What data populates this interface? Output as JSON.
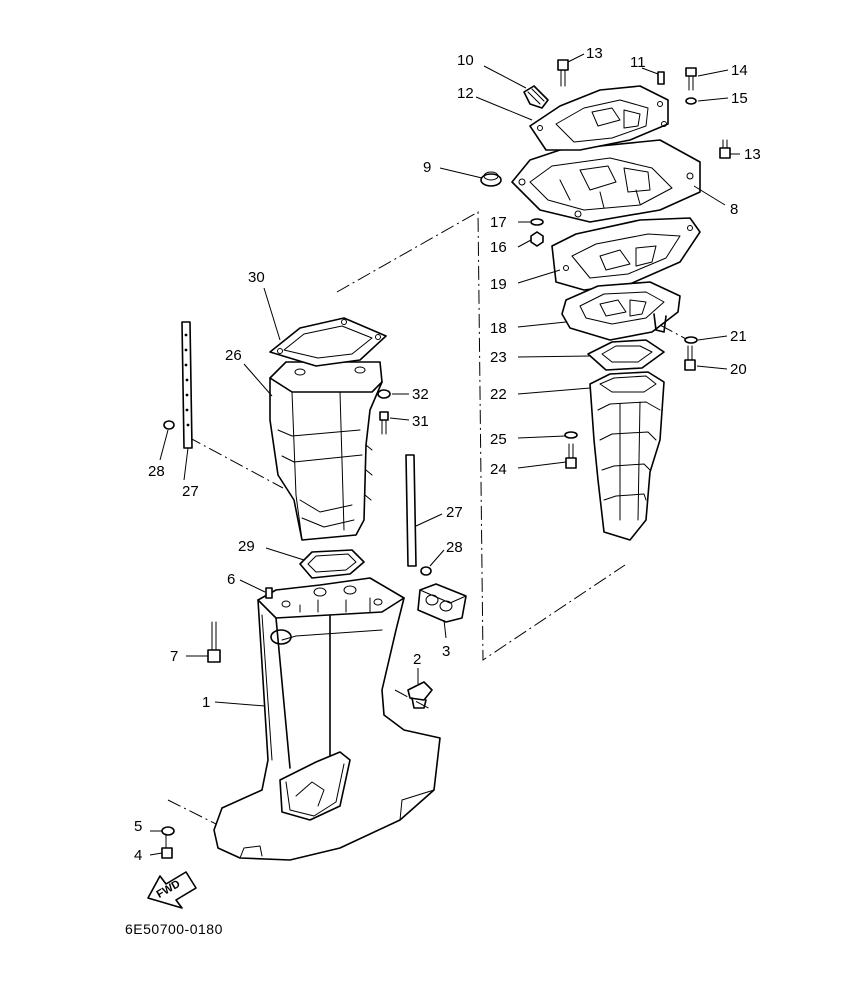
{
  "diagram_code": "6E50700-0180",
  "fwd_label": "FWD",
  "callouts": [
    {
      "id": "c1",
      "text": "1"
    },
    {
      "id": "c2",
      "text": "2"
    },
    {
      "id": "c3",
      "text": "3"
    },
    {
      "id": "c4",
      "text": "4"
    },
    {
      "id": "c5",
      "text": "5"
    },
    {
      "id": "c6",
      "text": "6"
    },
    {
      "id": "c7",
      "text": "7"
    },
    {
      "id": "c8",
      "text": "8"
    },
    {
      "id": "c9",
      "text": "9"
    },
    {
      "id": "c10",
      "text": "10"
    },
    {
      "id": "c11",
      "text": "11"
    },
    {
      "id": "c12",
      "text": "12"
    },
    {
      "id": "c13a",
      "text": "13"
    },
    {
      "id": "c13b",
      "text": "13"
    },
    {
      "id": "c14",
      "text": "14"
    },
    {
      "id": "c15",
      "text": "15"
    },
    {
      "id": "c16",
      "text": "16"
    },
    {
      "id": "c17",
      "text": "17"
    },
    {
      "id": "c18",
      "text": "18"
    },
    {
      "id": "c19",
      "text": "19"
    },
    {
      "id": "c20",
      "text": "20"
    },
    {
      "id": "c21",
      "text": "21"
    },
    {
      "id": "c22",
      "text": "22"
    },
    {
      "id": "c23",
      "text": "23"
    },
    {
      "id": "c24",
      "text": "24"
    },
    {
      "id": "c25",
      "text": "25"
    },
    {
      "id": "c26",
      "text": "26"
    },
    {
      "id": "c27a",
      "text": "27"
    },
    {
      "id": "c27b",
      "text": "27"
    },
    {
      "id": "c28a",
      "text": "28"
    },
    {
      "id": "c28b",
      "text": "28"
    },
    {
      "id": "c29",
      "text": "29"
    },
    {
      "id": "c30",
      "text": "30"
    },
    {
      "id": "c31",
      "text": "31"
    },
    {
      "id": "c32",
      "text": "32"
    }
  ]
}
